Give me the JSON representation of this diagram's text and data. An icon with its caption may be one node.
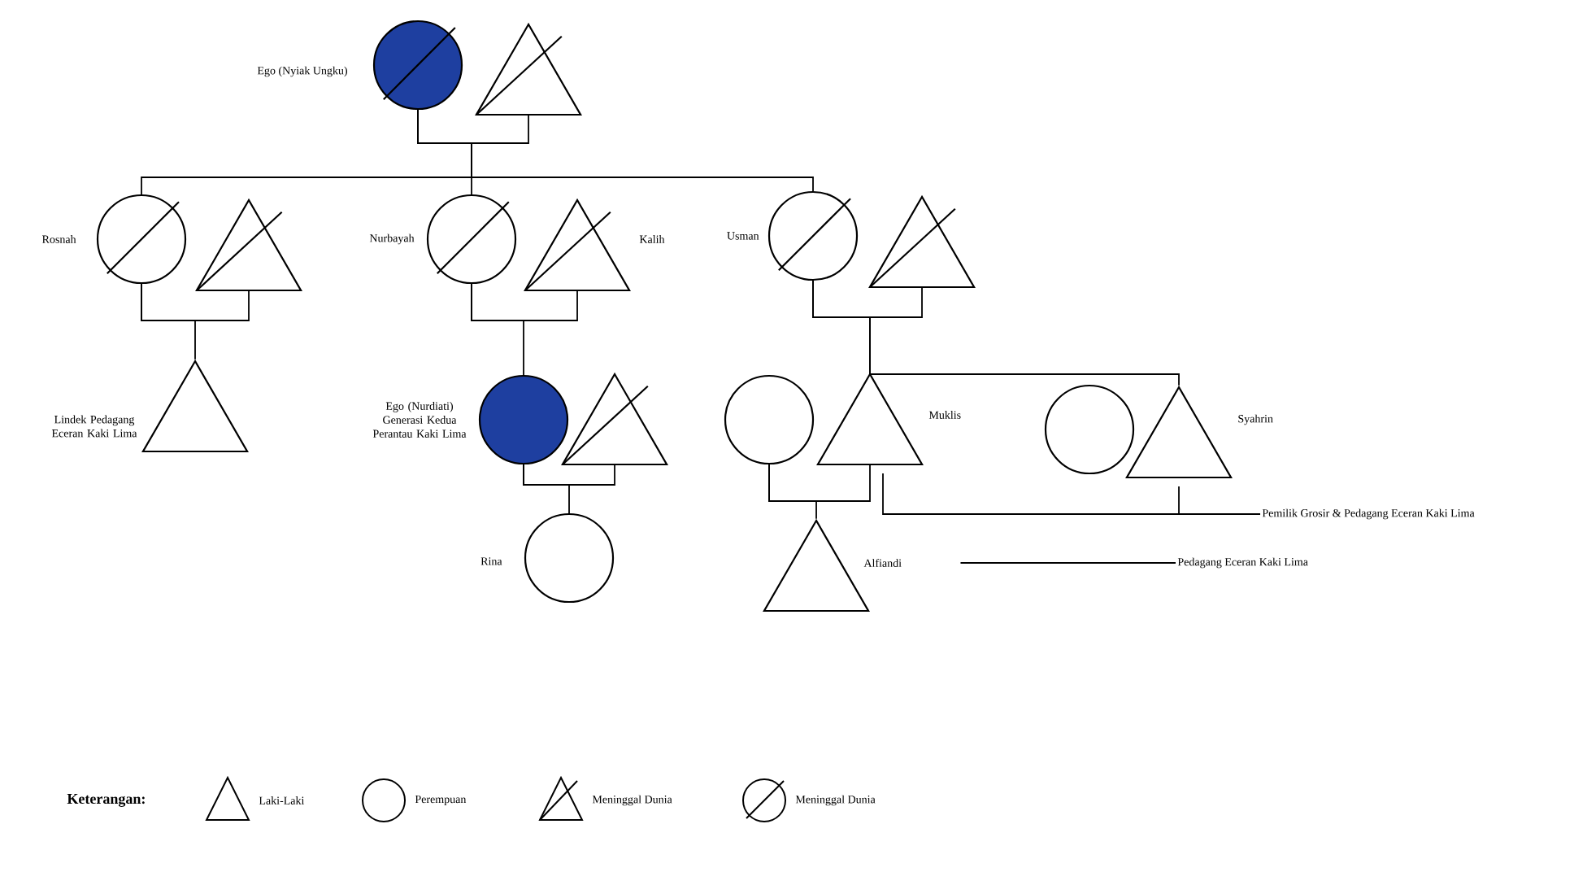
{
  "diagram": {
    "nodes": [
      {
        "text": [],
        "shape": "circle",
        "beside": [
          "Ego (Nyiak Ungku)"
        ]
      },
      {
        "text": [],
        "shape": "triangle"
      },
      {
        "text": [],
        "shape": "circle",
        "beside": [
          "Rosnah"
        ]
      },
      {
        "text": [],
        "shape": "triangle"
      },
      {
        "text": [],
        "shape": "circle",
        "beside": [
          "Nurbayah"
        ]
      },
      {
        "text": [],
        "shape": "triangle",
        "beside": [
          "Kalih"
        ]
      },
      {
        "text": [],
        "shape": "circle",
        "beside": [
          "Usman"
        ]
      },
      {
        "text": [],
        "shape": "triangle"
      },
      {
        "text": [],
        "shape": "triangle",
        "beside": [
          "Lindek Pedagang Eceran Kaki Lima"
        ]
      },
      {
        "text": [],
        "shape": "circle",
        "beside": [
          "Ego (Nurdiati) Generasi Kedua Perantau Kaki Lima"
        ]
      },
      {
        "text": [],
        "shape": "triangle"
      },
      {
        "text": [],
        "shape": "circle"
      },
      {
        "text": [],
        "shape": "triangle",
        "beside": [
          "Muklis"
        ]
      },
      {
        "text": [],
        "shape": "circle"
      },
      {
        "text": [],
        "shape": "triangle",
        "beside": [
          "Syahrin"
        ]
      },
      {
        "text": [],
        "shape": "circle",
        "beside": [
          "Rina"
        ]
      },
      {
        "text": [],
        "shape": "triangle",
        "beside": [
          "Alfiandi"
        ]
      },
      {
        "text": [
          "Pemilik Grosir & Pedagang Eceran Kaki Lima"
        ]
      },
      {
        "text": [
          "Pedagang Eceran Kaki Lima"
        ]
      }
    ],
    "edges": [
      {
        "from": 0,
        "to": 1,
        "arrow": "none"
      },
      {
        "from": 2,
        "to": 3,
        "arrow": "none"
      },
      {
        "from": 4,
        "to": 5,
        "arrow": "none"
      },
      {
        "from": 6,
        "to": 7,
        "arrow": "none"
      },
      {
        "from": 9,
        "to": 10,
        "arrow": "none"
      },
      {
        "from": 11,
        "to": 12,
        "arrow": "none"
      },
      {
        "from": 0,
        "to": 2,
        "arrow": "none"
      },
      {
        "from": 0,
        "to": 4,
        "arrow": "none"
      },
      {
        "from": 0,
        "to": 6,
        "arrow": "none"
      },
      {
        "from": 2,
        "to": 8,
        "arrow": "none"
      },
      {
        "from": 4,
        "to": 9,
        "arrow": "none"
      },
      {
        "from": 6,
        "to": 12,
        "arrow": "none"
      },
      {
        "from": 6,
        "to": 14,
        "arrow": "none"
      },
      {
        "from": 9,
        "to": 15,
        "arrow": "none"
      },
      {
        "from": 11,
        "to": 16,
        "arrow": "none"
      },
      {
        "from": 12,
        "to": 17,
        "arrow": "none"
      },
      {
        "from": 14,
        "to": 17,
        "arrow": "none"
      },
      {
        "from": 16,
        "to": 18,
        "arrow": "none"
      }
    ],
    "labels": [
      "Keterangan:"
    ],
    "legend": [
      {
        "text": "Laki-Laki"
      },
      {
        "text": "Perempuan"
      },
      {
        "text": "Meninggal Dunia"
      },
      {
        "text": "Meninggal Dunia"
      }
    ]
  }
}
